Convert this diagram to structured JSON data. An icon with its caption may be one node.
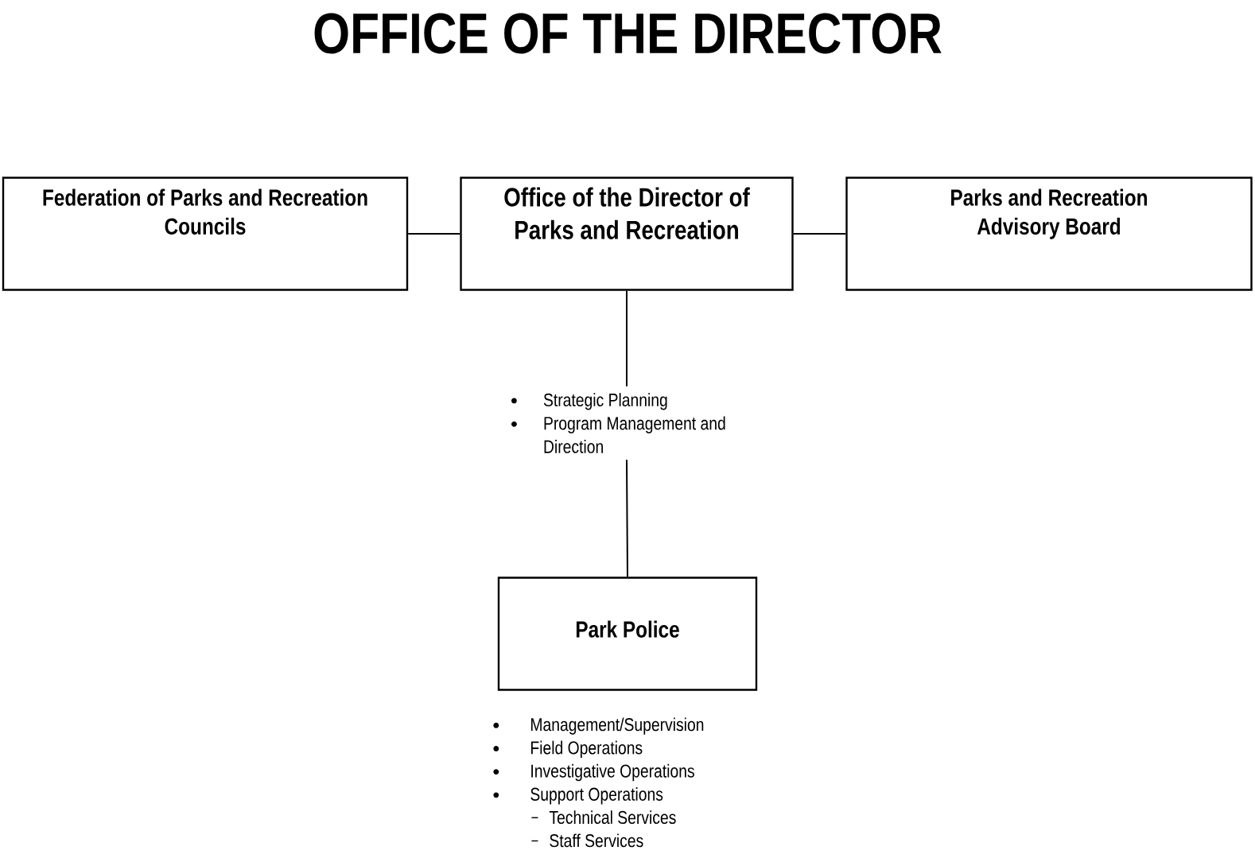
{
  "diagram": {
    "title": "OFFICE OF THE DIRECTOR",
    "nodes": [
      {
        "text": [
          "Federation of Parks and Recreation Councils"
        ]
      },
      {
        "text": [
          "Office of the Director of Parks and Recreation"
        ]
      },
      {
        "text": [
          "Parks and Recreation Advisory Board"
        ]
      },
      {
        "text": [
          "Park Police"
        ],
        "beside": [
          "Management/Supervision",
          "Field Operations",
          "Investigative Operations",
          "Support Operations",
          "Technical Services",
          "Staff Services"
        ]
      },
      {
        "text": [
          "Strategic Planning",
          "Program Management and Direction"
        ]
      }
    ],
    "edges": [
      {
        "from": 0,
        "to": 1,
        "arrow": "none"
      },
      {
        "from": 1,
        "to": 2,
        "arrow": "none"
      },
      {
        "from": 1,
        "to": 4,
        "arrow": "none"
      },
      {
        "from": 4,
        "to": 3,
        "arrow": "none"
      }
    ]
  }
}
